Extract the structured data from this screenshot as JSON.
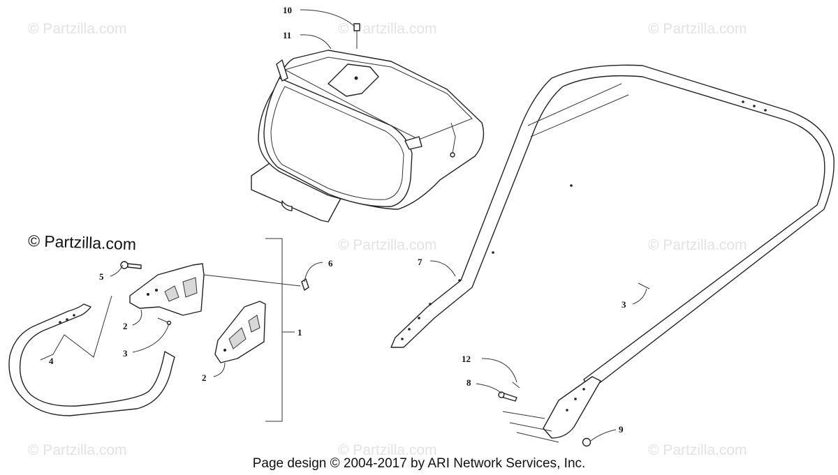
{
  "watermark": {
    "text": "© Partzilla.com"
  },
  "logo_watermark": {
    "text": "© Partzilla.com"
  },
  "footer": {
    "text": "Page design © 2004-2017 by ARI Network Services, Inc."
  },
  "callouts": [
    "10",
    "11",
    "6",
    "5",
    "1",
    "2",
    "3",
    "4",
    "2",
    "7",
    "3",
    "12",
    "8",
    "9"
  ]
}
